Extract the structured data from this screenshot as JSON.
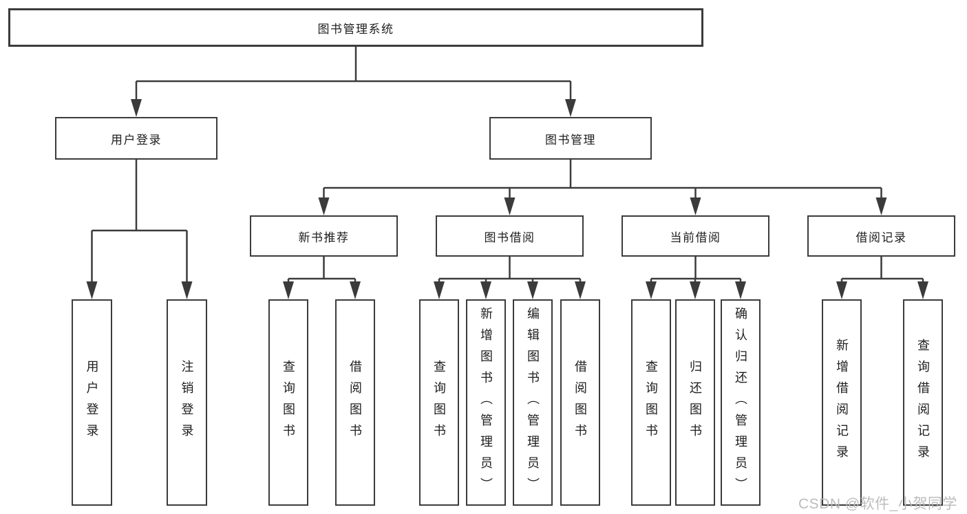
{
  "diagram": {
    "type": "hierarchy",
    "root": {
      "label": "图书管理系统",
      "children": [
        {
          "label": "用户登录",
          "children": [
            {
              "label": "用户登录"
            },
            {
              "label": "注销登录"
            }
          ]
        },
        {
          "label": "图书管理",
          "children": [
            {
              "label": "新书推荐",
              "children": [
                {
                  "label": "查询图书"
                },
                {
                  "label": "借阅图书"
                }
              ]
            },
            {
              "label": "图书借阅",
              "children": [
                {
                  "label": "查询图书"
                },
                {
                  "label": "新增图书（管理员）"
                },
                {
                  "label": "编辑图书（管理员）"
                },
                {
                  "label": "借阅图书"
                }
              ]
            },
            {
              "label": "当前借阅",
              "children": [
                {
                  "label": "查询图书"
                },
                {
                  "label": "归还图书"
                },
                {
                  "label": "确认归还（管理员）"
                }
              ]
            },
            {
              "label": "借阅记录",
              "children": [
                {
                  "label": "新增借阅记录"
                },
                {
                  "label": "查询借阅记录"
                }
              ]
            }
          ]
        }
      ]
    }
  },
  "watermark": {
    "text": "CSDN @软件_小贺同学",
    "color": "#b8b8b8"
  },
  "colors": {
    "line": "#3b3b3b",
    "text": "#1e1e1e",
    "background": "#ffffff"
  }
}
